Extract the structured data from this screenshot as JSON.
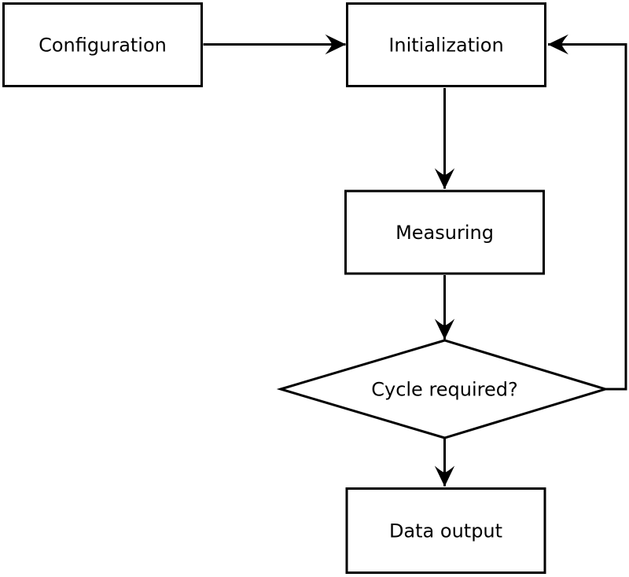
{
  "diagram": {
    "type": "flowchart",
    "background_color": "#ffffff",
    "line_color": "#000000",
    "node_fill_color": "#ffffff",
    "text_color": "#000000",
    "nodes": {
      "configuration": {
        "label": "Configuration",
        "shape": "rectangle"
      },
      "initialization": {
        "label": "Initialization",
        "shape": "rectangle"
      },
      "measuring": {
        "label": "Measuring",
        "shape": "rectangle"
      },
      "cycle_required": {
        "label": "Cycle required?",
        "shape": "diamond"
      },
      "data_output": {
        "label": "Data output",
        "shape": "rectangle"
      }
    },
    "edges": [
      {
        "from": "configuration",
        "to": "initialization",
        "direction": "right"
      },
      {
        "from": "initialization",
        "to": "measuring",
        "direction": "down"
      },
      {
        "from": "measuring",
        "to": "cycle_required",
        "direction": "down"
      },
      {
        "from": "cycle_required",
        "to": "data_output",
        "direction": "down"
      },
      {
        "from": "cycle_required",
        "to": "initialization",
        "direction": "feedback-loop-right"
      }
    ]
  }
}
